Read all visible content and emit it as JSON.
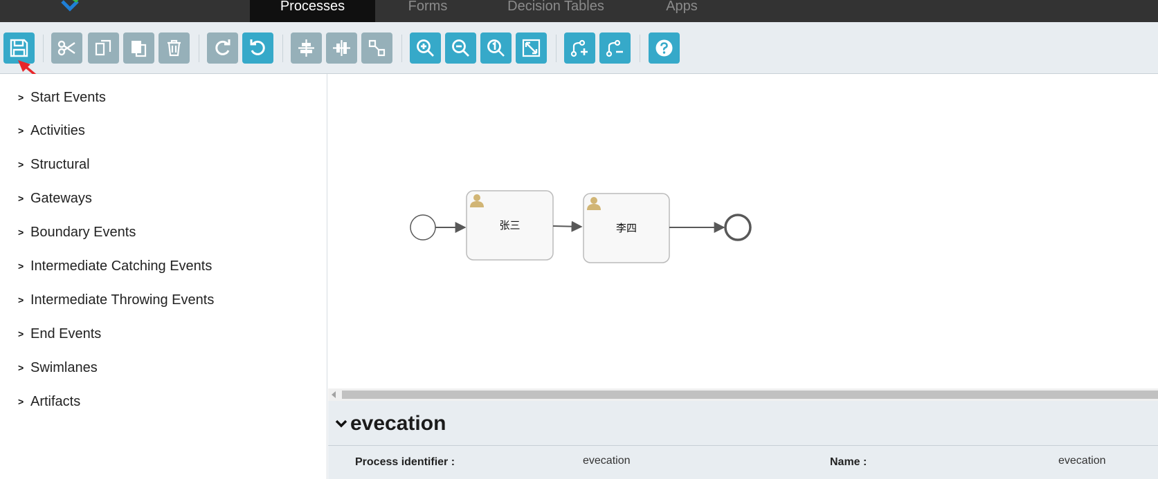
{
  "nav": {
    "tabs": [
      "Processes",
      "Forms",
      "Decision Tables",
      "Apps"
    ],
    "active_tab": "Processes"
  },
  "toolbar": {
    "buttons": [
      {
        "name": "save",
        "icon": "save-icon",
        "enabled": true
      },
      {
        "name": "cut",
        "icon": "scissors-icon",
        "enabled": false
      },
      {
        "name": "copy",
        "icon": "copy-icon",
        "enabled": false
      },
      {
        "name": "paste",
        "icon": "paste-icon",
        "enabled": false
      },
      {
        "name": "delete",
        "icon": "trash-icon",
        "enabled": false
      },
      {
        "name": "redo",
        "icon": "redo-icon",
        "enabled": false
      },
      {
        "name": "undo",
        "icon": "undo-icon",
        "enabled": true
      },
      {
        "name": "align-horizontal",
        "icon": "align-horizontal-icon",
        "enabled": false
      },
      {
        "name": "align-vertical",
        "icon": "align-vertical-icon",
        "enabled": false
      },
      {
        "name": "same-size",
        "icon": "same-size-icon",
        "enabled": false
      },
      {
        "name": "zoom-in",
        "icon": "zoom-in-icon",
        "enabled": true
      },
      {
        "name": "zoom-out",
        "icon": "zoom-out-icon",
        "enabled": true
      },
      {
        "name": "zoom-actual",
        "icon": "zoom-actual-icon",
        "enabled": true
      },
      {
        "name": "zoom-fit",
        "icon": "zoom-fit-icon",
        "enabled": true
      },
      {
        "name": "add-bendpoint",
        "icon": "add-bendpoint-icon",
        "enabled": true
      },
      {
        "name": "remove-bendpoint",
        "icon": "remove-bendpoint-icon",
        "enabled": true
      },
      {
        "name": "help",
        "icon": "help-icon",
        "enabled": true
      }
    ],
    "colors": {
      "enabled": "#36a9c9",
      "disabled": "#96b0b9"
    }
  },
  "palette": {
    "groups": [
      "Start Events",
      "Activities",
      "Structural",
      "Gateways",
      "Boundary Events",
      "Intermediate Catching Events",
      "Intermediate Throwing Events",
      "End Events",
      "Swimlanes",
      "Artifacts"
    ]
  },
  "diagram": {
    "tasks": [
      {
        "label": "张三",
        "icon": "user-icon"
      },
      {
        "label": "李四",
        "icon": "user-icon"
      }
    ]
  },
  "properties": {
    "title": "evecation",
    "fields": [
      {
        "label": "Process identifier :",
        "value": "evecation"
      },
      {
        "label": "Name :",
        "value": "evecation"
      }
    ]
  }
}
